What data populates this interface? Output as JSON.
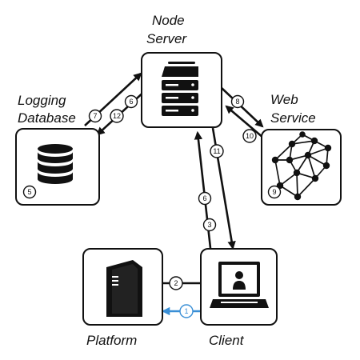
{
  "labels": {
    "node_server_line1": "Node",
    "node_server_line2": "Server",
    "logging_line1": "Logging",
    "logging_line2": "Database",
    "web_line1": "Web",
    "web_line2": "Service",
    "platform": "Platform",
    "client": "Client"
  },
  "step_badges": {
    "b1": "1",
    "b2": "2",
    "b3": "3",
    "b5": "5",
    "b6a": "6",
    "b6b": "6",
    "b7": "7",
    "b8": "8",
    "b9": "9",
    "b10": "10",
    "b11": "11",
    "b12": "12"
  },
  "colors": {
    "ink": "#111111",
    "accent": "#3a8fd6",
    "background": "#ffffff"
  },
  "icons": {
    "node_server": "server-icon",
    "logging_database": "database-icon",
    "web_service": "network-icon",
    "platform": "tower-computer-icon",
    "client": "laptop-user-icon"
  }
}
